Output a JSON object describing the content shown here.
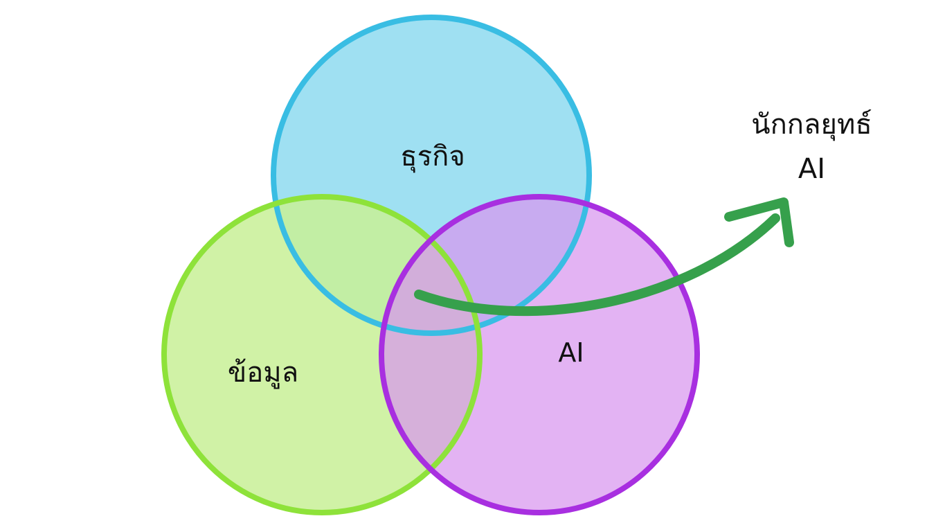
{
  "diagram": {
    "type": "venn",
    "circles": [
      {
        "id": "business",
        "label": "ธุรกิจ",
        "fill": "#9fe0f2",
        "stroke": "#39bde3"
      },
      {
        "id": "data",
        "label": "ข้อมูล",
        "fill": "#c8f096",
        "stroke": "#8ee23a"
      },
      {
        "id": "ai",
        "label": "AI",
        "fill": "#d896ee",
        "stroke": "#a82fe0"
      }
    ],
    "arrow": {
      "color": "#36a04c"
    },
    "result": {
      "line1": "นักกลยุทธ์",
      "line2": "AI"
    }
  }
}
